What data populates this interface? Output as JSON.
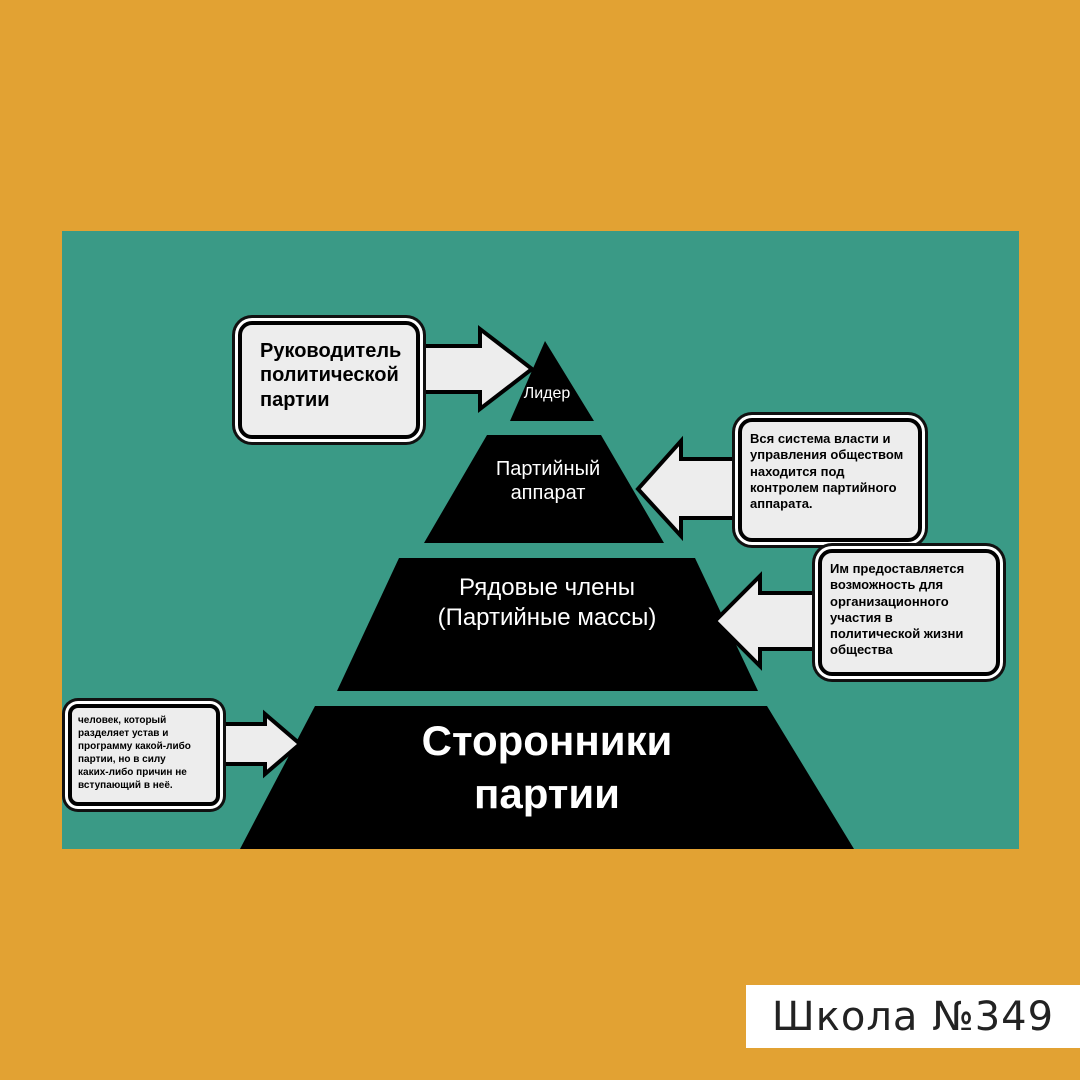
{
  "pyramid": {
    "levels": [
      {
        "label": "Лидер"
      },
      {
        "label": "Партийный\nаппарат"
      },
      {
        "label": "Рядовые члены\n(Партийные массы)"
      },
      {
        "label": "Сторонники\nпартии"
      }
    ]
  },
  "callouts": {
    "leader": "Руководитель\nполитической\nпартии",
    "apparatus": "Вся система власти и\nуправления обществом\nнаходится под\nконтролем партийного\nаппарата.",
    "members": "Им предоставляется\nвозможность для\nорганизационного\nучастия в\nполитической жизни\nобщества",
    "supporters": "человек, который\nразделяет устав и\nпрограмму какой-либо\nпартии, но в силу\nкаких-либо причин не\nвступающий в неё."
  },
  "footer": {
    "school": "Школа №349"
  },
  "colors": {
    "background": "#E2A233",
    "panel": "#3A9A86",
    "pyramid": "#000000",
    "box": "#EDEDED"
  }
}
